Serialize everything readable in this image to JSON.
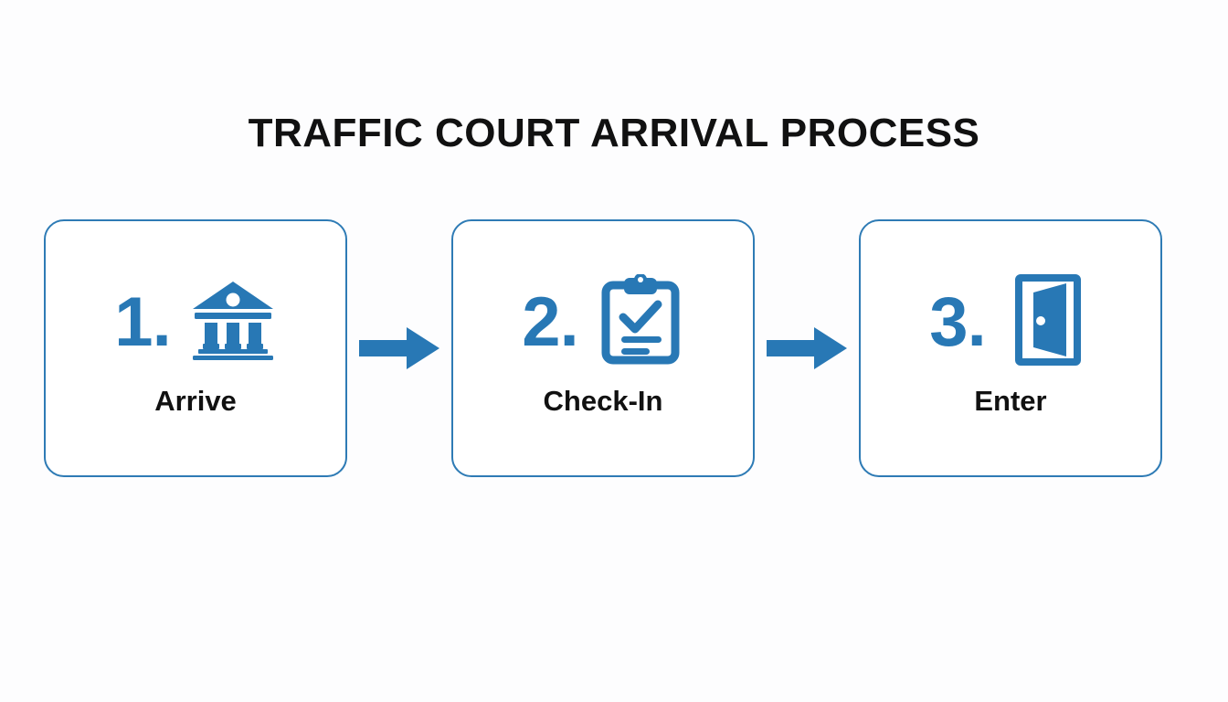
{
  "page": {
    "title": "TRAFFIC COURT ARRIVAL PROCESS",
    "background_color": "#fdfdfe",
    "accent_color": "#2878b5",
    "border_color": "#2e7bb5",
    "text_color": "#111111"
  },
  "steps": [
    {
      "number": "1.",
      "label": "Arrive",
      "icon": "courthouse-icon"
    },
    {
      "number": "2.",
      "label": "Check-In",
      "icon": "clipboard-check-icon"
    },
    {
      "number": "3.",
      "label": "Enter",
      "icon": "open-door-icon"
    }
  ],
  "connectors": [
    {
      "icon": "arrow-right-icon"
    },
    {
      "icon": "arrow-right-icon"
    }
  ]
}
